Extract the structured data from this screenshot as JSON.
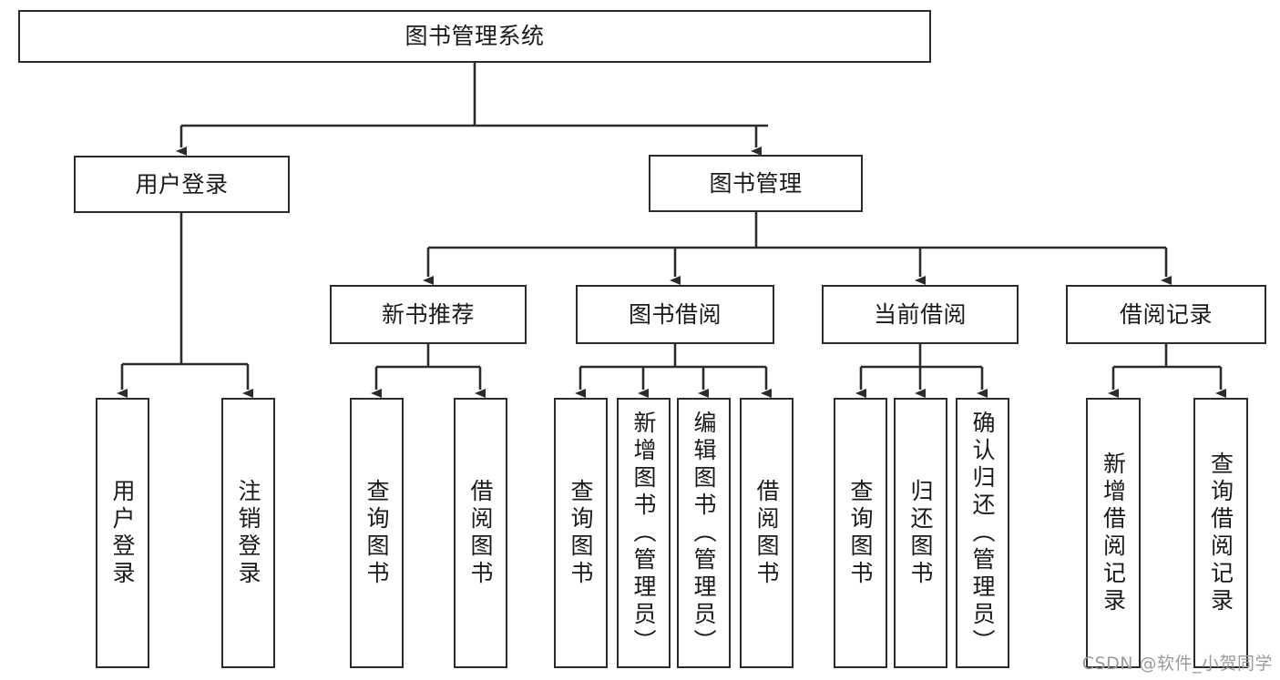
{
  "diagram": {
    "title": "图书管理系统",
    "type": "tree-hierarchy-chart",
    "watermark": "CSDN @软件_小贺同学",
    "colors": {
      "stroke": "#2b2b2b",
      "fill": "#ffffff",
      "text": "#1a1a1a",
      "watermark": "#9b9b9b"
    },
    "nodes": {
      "root": {
        "label": "图书管理系统",
        "level": 1
      },
      "l2": [
        {
          "id": "user-login",
          "label": "用户登录",
          "level": 2
        },
        {
          "id": "book-manage",
          "label": "图书管理",
          "level": 2
        }
      ],
      "l3": [
        {
          "id": "new-book-recommend",
          "label": "新书推荐",
          "level": 3
        },
        {
          "id": "book-borrow",
          "label": "图书借阅",
          "level": 3
        },
        {
          "id": "current-borrow",
          "label": "当前借阅",
          "level": 3
        },
        {
          "id": "borrow-record",
          "label": "借阅记录",
          "level": 3
        }
      ],
      "leaves": [
        {
          "id": "leaf-user-login",
          "label": "用户登录",
          "parent": "user-login"
        },
        {
          "id": "leaf-logout",
          "label": "注销登录",
          "parent": "user-login"
        },
        {
          "id": "leaf-query-book-1",
          "label": "查询图书",
          "parent": "new-book-recommend"
        },
        {
          "id": "leaf-borrow-book-1",
          "label": "借阅图书",
          "parent": "new-book-recommend"
        },
        {
          "id": "leaf-query-book-2",
          "label": "查询图书",
          "parent": "book-borrow"
        },
        {
          "id": "leaf-add-book",
          "label": "新增图书（管理员）",
          "parent": "book-borrow"
        },
        {
          "id": "leaf-edit-book",
          "label": "编辑图书（管理员）",
          "parent": "book-borrow"
        },
        {
          "id": "leaf-borrow-book-2",
          "label": "借阅图书",
          "parent": "book-borrow"
        },
        {
          "id": "leaf-query-book-3",
          "label": "查询图书",
          "parent": "current-borrow"
        },
        {
          "id": "leaf-return-book",
          "label": "归还图书",
          "parent": "current-borrow"
        },
        {
          "id": "leaf-confirm-return",
          "label": "确认归还（管理员）",
          "parent": "current-borrow"
        },
        {
          "id": "leaf-add-record",
          "label": "新增借阅记录",
          "parent": "borrow-record"
        },
        {
          "id": "leaf-query-record",
          "label": "查询借阅记录",
          "parent": "borrow-record"
        }
      ]
    }
  }
}
